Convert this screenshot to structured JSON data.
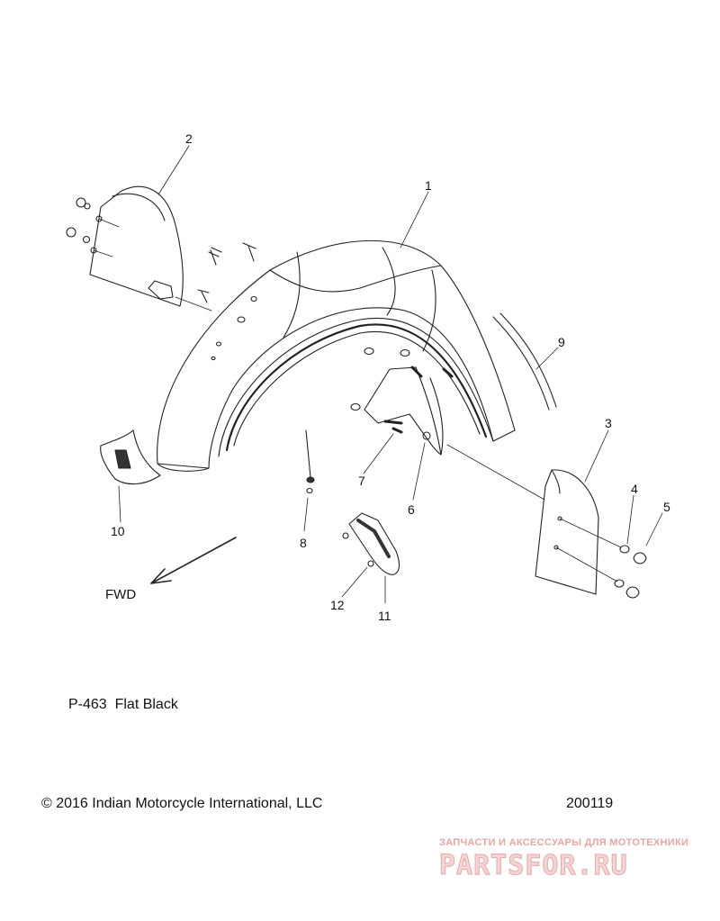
{
  "callouts": [
    "1",
    "2",
    "3",
    "4",
    "5",
    "6",
    "7",
    "8",
    "9",
    "10",
    "11",
    "12"
  ],
  "direction_label": "FWD",
  "paint_note": "P-463  Flat Black",
  "copyright": "© 2016 Indian Motorcycle International, LLC",
  "doc_number": "200119",
  "watermark": {
    "tagline": "ЗАПЧАСТИ И АКСЕССУАРЫ ДЛЯ МОТОТЕХНИКИ",
    "logo": "PARTSFOR.RU"
  },
  "colors": {
    "line": "#1a1a1a",
    "watermark": "#e6a9a9"
  }
}
